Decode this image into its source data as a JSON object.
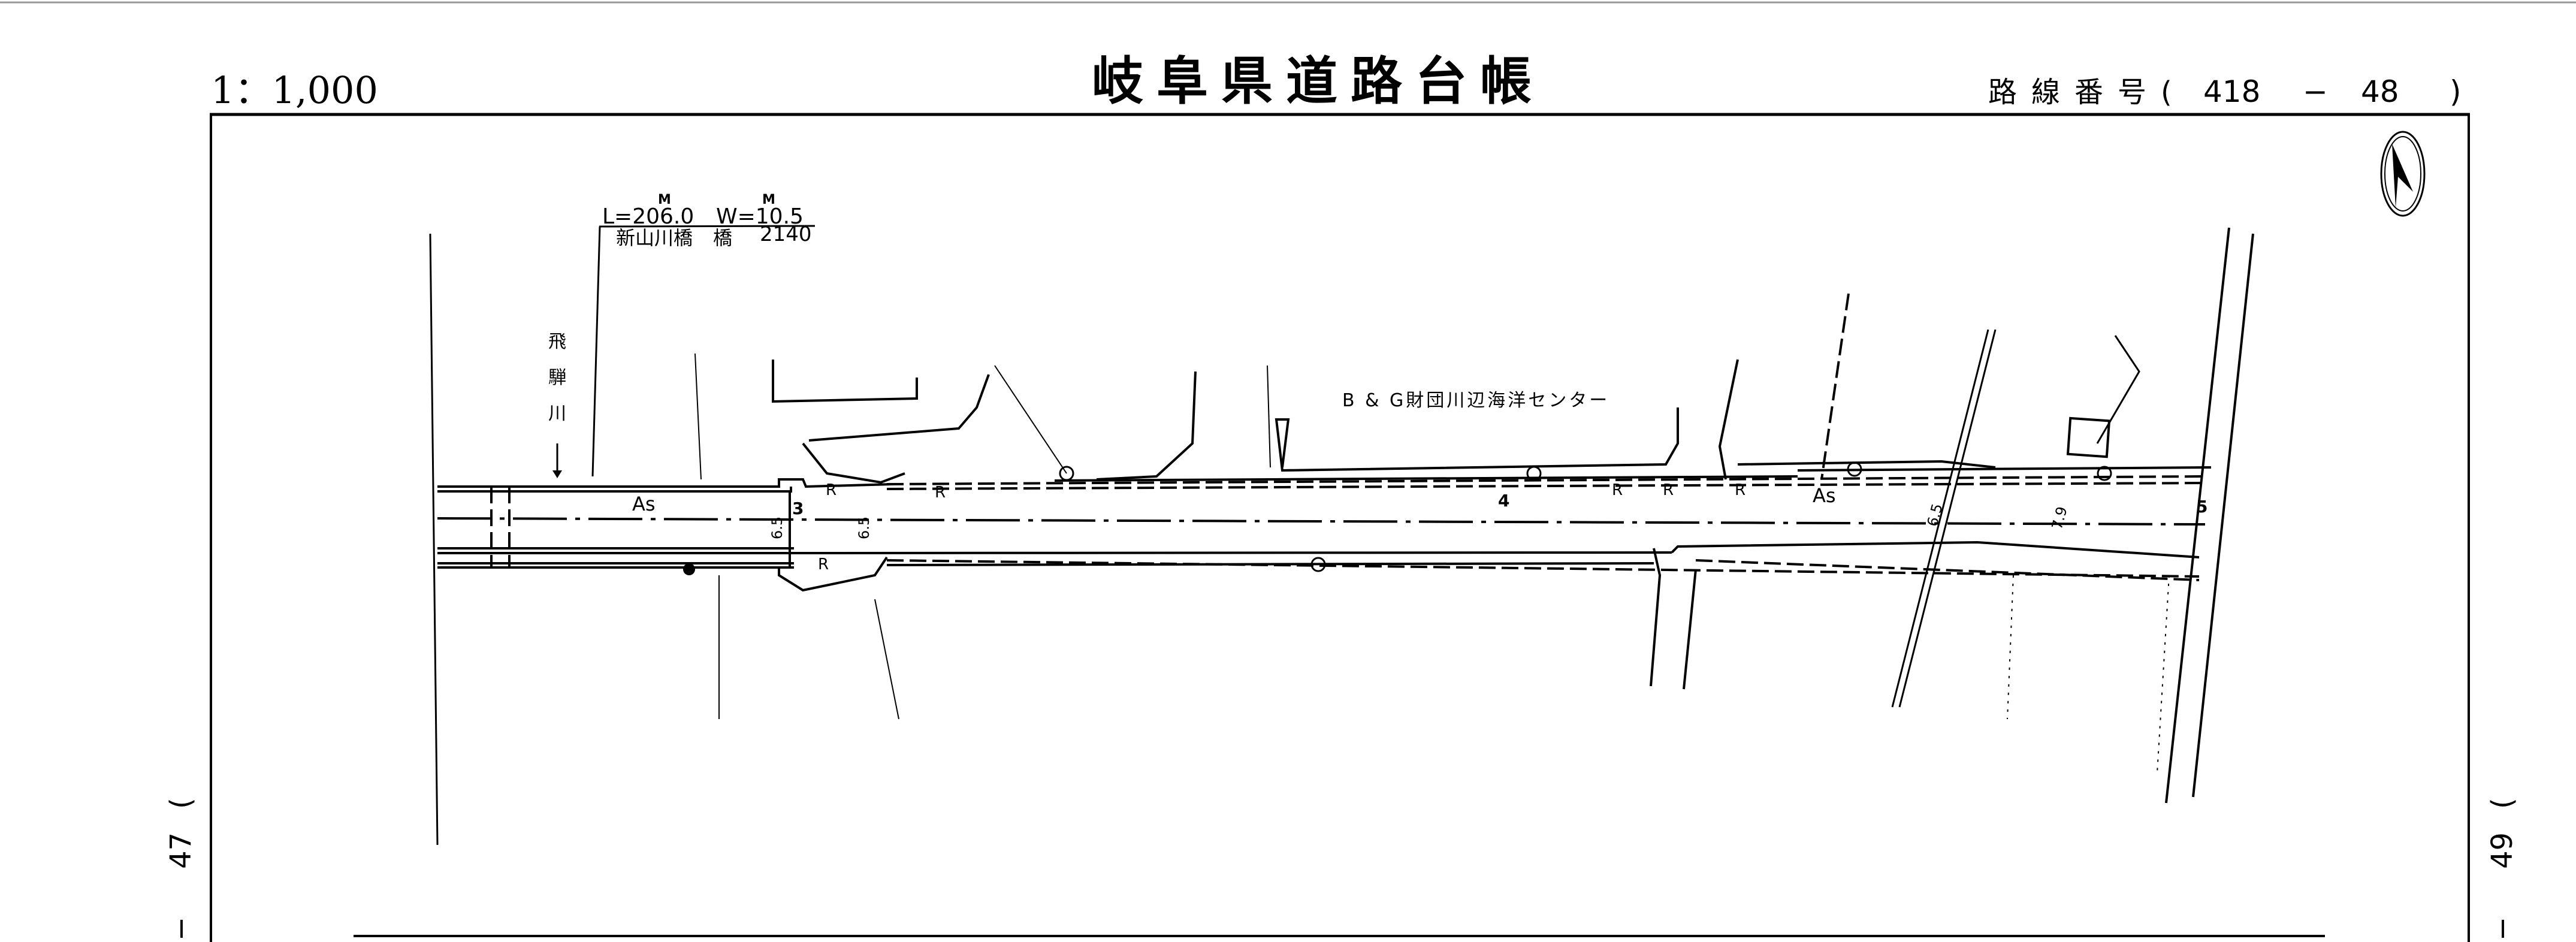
{
  "header": {
    "scale": "1：1,000",
    "title": "岐阜県道路台帳",
    "route_label": "路線番号(",
    "route_number": "418",
    "route_dash": "−",
    "sheet_number": "48",
    "route_close": ")"
  },
  "adjacent_sheets": {
    "left": {
      "open": "(",
      "number": "47",
      "dash": "−"
    },
    "right": {
      "open": "(",
      "number": "49",
      "dash": "−"
    }
  },
  "bridge": {
    "length_unit": "M",
    "width_unit": "M",
    "length": "L=206.0",
    "width": "W=10.5",
    "name": "新山川橋",
    "type": "橋",
    "code": "2140"
  },
  "river": {
    "name_chars": [
      "飛",
      "騨",
      "川"
    ],
    "flow_arrow": "↓"
  },
  "facility": {
    "name": "B & G財団川辺海洋センター"
  },
  "road_labels": {
    "surface_1": "As",
    "surface_2": "As",
    "station_3": "3",
    "station_4": "4",
    "station_5": "5",
    "width_1": "6.5",
    "width_2": "6.5",
    "width_3": "6.5",
    "width_4": "7.9",
    "retaining_marks": [
      "R",
      "R",
      "R",
      "R",
      "R",
      "R"
    ]
  },
  "colors": {
    "ink": "#000000",
    "paper": "#ffffff"
  }
}
